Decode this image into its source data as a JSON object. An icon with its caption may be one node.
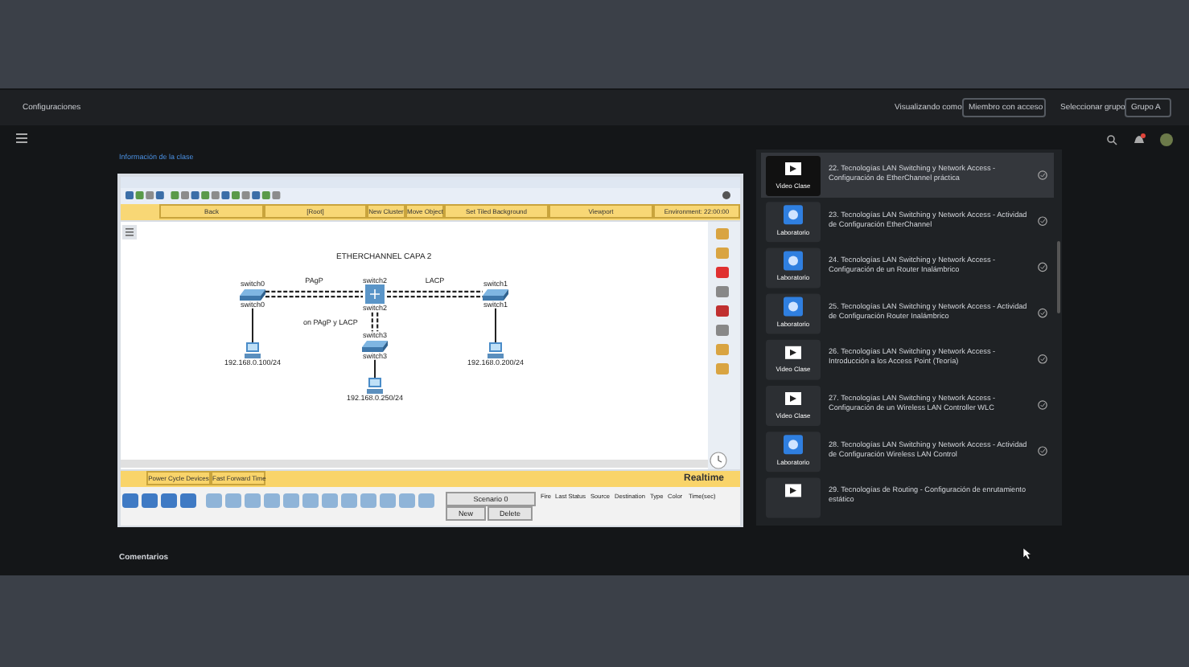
{
  "diagram": {
    "nodes": [
      {
        "text": [
          "switch0"
        ],
        "beside": [
          "switch0"
        ]
      },
      {
        "text": [
          "switch2"
        ],
        "beside": [
          "switch2"
        ]
      },
      {
        "text": [
          "switch1"
        ],
        "beside": [
          "switch1"
        ]
      },
      {
        "text": [
          "switch3"
        ],
        "beside": [
          "switch3"
        ]
      },
      {
        "text": [
          "192.168.0.100/24"
        ]
      },
      {
        "text": [
          "192.168.0.200/24"
        ]
      },
      {
        "text": [
          "192.168.0.250/24"
        ]
      }
    ],
    "edges": [
      {
        "from": 0,
        "to": 1,
        "arrow": "none",
        "style": "dashed",
        "label": "PAgP"
      },
      {
        "from": 0,
        "to": 1,
        "arrow": "none",
        "style": "dashed"
      },
      {
        "from": 1,
        "to": 2,
        "arrow": "none",
        "style": "dashed",
        "label": "LACP"
      },
      {
        "from": 1,
        "to": 2,
        "arrow": "none",
        "style": "dashed"
      },
      {
        "from": 1,
        "to": 3,
        "arrow": "none",
        "style": "dashed",
        "label": "on PAgP y LACP"
      },
      {
        "from": 1,
        "to": 3,
        "arrow": "none",
        "style": "dashed"
      },
      {
        "from": 0,
        "to": 4,
        "arrow": "none"
      },
      {
        "from": 2,
        "to": 5,
        "arrow": "none"
      },
      {
        "from": 3,
        "to": 6,
        "arrow": "none"
      }
    ],
    "labels": [
      "Configuraciones",
      "Visualizando como",
      "Miembro con acceso",
      "Seleccionar grupo",
      "Grupo A",
      "Información de la clase",
      "Back",
      "[Root]",
      "New Cluster",
      "Move Object",
      "Set Tiled Background",
      "Viewport",
      "Environment: 22:00:00",
      "ETHERCHANNEL CAPA 2",
      "Power Cycle Devices",
      "Fast Forward Time",
      "Realtime",
      "Scenario 0",
      "New",
      "Delete",
      "Fire",
      "Last Status",
      "Source",
      "Destination",
      "Type",
      "Color",
      "Time(sec)",
      "Video Clase",
      "22. Tecnologías LAN Switching y Network Access - Configuración de EtherChannel práctica",
      "Laboratorio",
      "23. Tecnologías LAN Switching y Network Access - Actividad de Configuración EtherChannel",
      "Laboratorio",
      "24. Tecnologías LAN Switching y Network Access - Configuración de un Router Inalámbrico",
      "Laboratorio",
      "25. Tecnologías LAN Switching y Network Access - Actividad de Configuración Router Inalámbrico",
      "Video Clase",
      "26. Tecnologías LAN Switching y Network Access - Introducción a los Access Point (Teoría)",
      "Video Clase",
      "27. Tecnologías LAN Switching y Network Access - Configuración de un Wireless LAN Controller WLC",
      "Laboratorio",
      "28. Tecnologías LAN Switching y Network Access - Actividad de Configuración Wireless LAN Control",
      "29. Tecnologías de Routing - Configuración de enrutamiento estático",
      "Comentarios"
    ]
  }
}
